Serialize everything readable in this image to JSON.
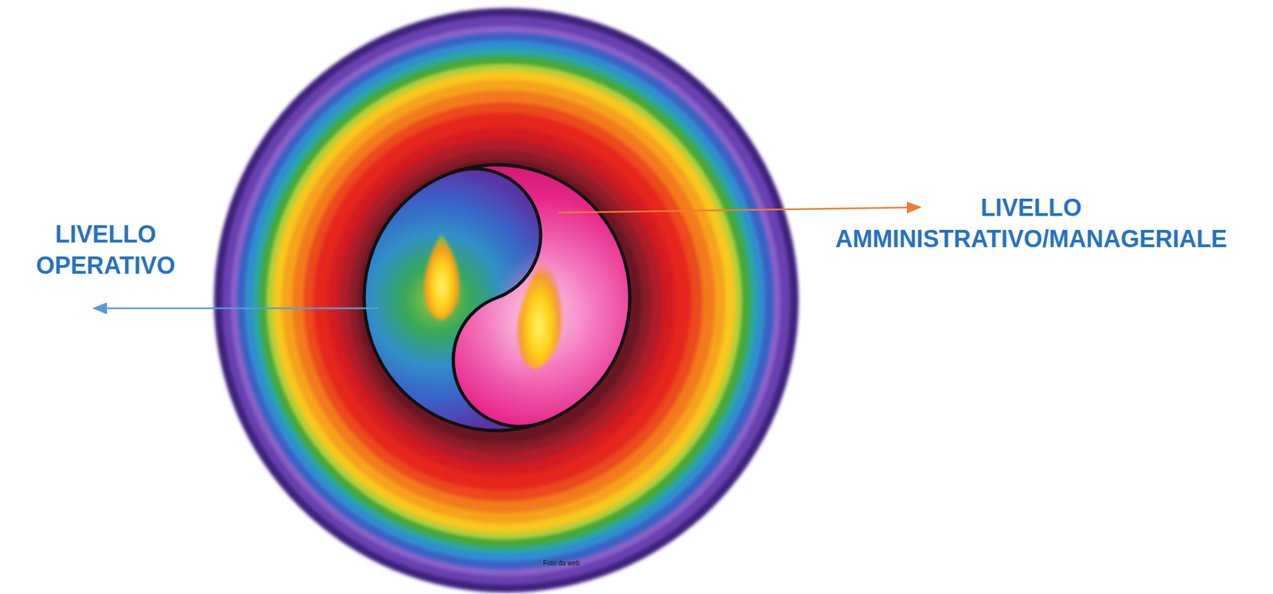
{
  "diagram": {
    "labels": [
      "LIVELLO OPERATIVO",
      "LIVELLO AMMINISTRATIVO/MANAGERIALE",
      "Foto da web"
    ]
  }
}
